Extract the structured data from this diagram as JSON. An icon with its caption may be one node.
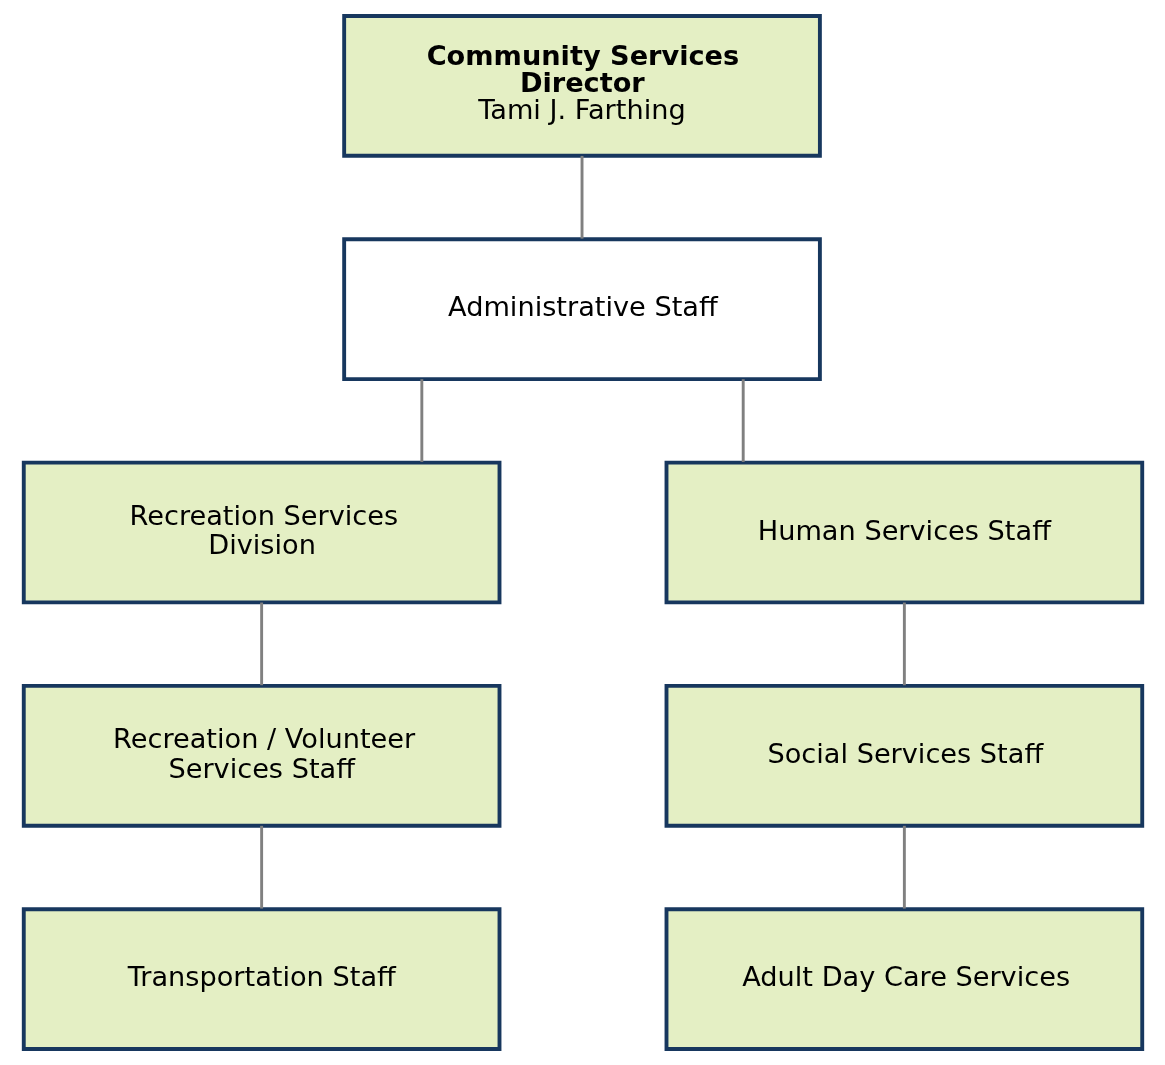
{
  "diagram": {
    "nodes": [
      {
        "text": [
          "Community Services Director",
          "Tami J. Farthing"
        ]
      },
      {
        "text": [
          "Administrative Staff"
        ]
      },
      {
        "text": [
          "Recreation Services Division"
        ]
      },
      {
        "text": [
          "Human Services Staff"
        ]
      },
      {
        "text": [
          "Recreation / Volunteer Services Staff"
        ]
      },
      {
        "text": [
          "Social Services Staff"
        ]
      },
      {
        "text": [
          "Transportation Staff"
        ]
      },
      {
        "text": [
          "Adult Day Care Services"
        ]
      }
    ],
    "edges": [
      {
        "from": 0,
        "to": 1,
        "arrow": "none"
      },
      {
        "from": 1,
        "to": 2,
        "arrow": "none"
      },
      {
        "from": 1,
        "to": 3,
        "arrow": "none"
      },
      {
        "from": 2,
        "to": 4,
        "arrow": "none"
      },
      {
        "from": 4,
        "to": 6,
        "arrow": "none"
      },
      {
        "from": 3,
        "to": 5,
        "arrow": "none"
      },
      {
        "from": 5,
        "to": 7,
        "arrow": "none"
      }
    ]
  }
}
